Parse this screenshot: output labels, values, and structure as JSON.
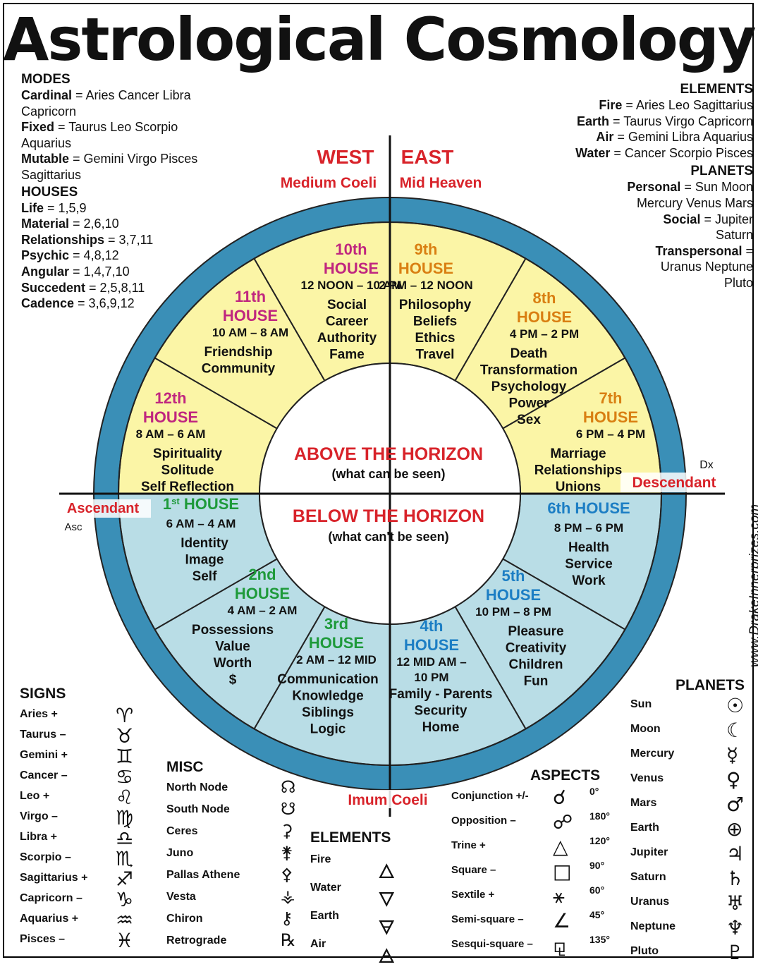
{
  "title": "Astrological Cosmology",
  "modes": {
    "heading": "MODES",
    "lines": [
      {
        "k": "Cardinal",
        "v": " = Aries Cancer Libra"
      },
      {
        "k": "",
        "v": "Capricorn"
      },
      {
        "k": "Fixed",
        "v": " = Taurus Leo Scorpio"
      },
      {
        "k": "",
        "v": "Aquarius"
      },
      {
        "k": "Mutable",
        "v": " = Gemini Virgo Pisces"
      },
      {
        "k": "",
        "v": "Sagittarius"
      }
    ]
  },
  "houses_info": {
    "heading": "HOUSES",
    "lines": [
      {
        "k": "Life",
        "v": " = 1,5,9"
      },
      {
        "k": "Material",
        "v": " = 2,6,10"
      },
      {
        "k": "Relationships",
        "v": " = 3,7,11"
      },
      {
        "k": "Psychic",
        "v": " = 4,8,12"
      },
      {
        "k": "Angular",
        "v": " = 1,4,7,10"
      },
      {
        "k": "Succedent",
        "v": " = 2,5,8,11"
      },
      {
        "k": "Cadence",
        "v": " = 3,6,9,12"
      }
    ]
  },
  "elements_info": {
    "heading": "ELEMENTS",
    "lines": [
      {
        "k": "Fire",
        "v": " = Aries Leo Sagittarius"
      },
      {
        "k": "Earth",
        "v": " = Taurus Virgo Capricorn"
      },
      {
        "k": "Air",
        "v": " = Gemini Libra Aquarius"
      },
      {
        "k": "Water",
        "v": " = Cancer Scorpio Pisces"
      }
    ]
  },
  "planets_info": {
    "heading": "PLANETS",
    "lines": [
      {
        "k": "Personal",
        "v": " = Sun Moon"
      },
      {
        "k": "",
        "v": "Mercury Venus Mars"
      },
      {
        "k": "Social",
        "v": " = Jupiter"
      },
      {
        "k": "",
        "v": "Saturn"
      },
      {
        "k": "Transpersonal",
        "v": " ="
      },
      {
        "k": "",
        "v": "Uranus Neptune"
      },
      {
        "k": "",
        "v": "Pluto"
      }
    ]
  },
  "wheel": {
    "west": "WEST",
    "east": "EAST",
    "medium_coeli": "Medium Coeli",
    "mid_heaven": "Mid Heaven",
    "ascendant": "Ascendant",
    "descendant": "Descendant",
    "imum_coeli": "Imum Coeli",
    "above": "ABOVE THE HORIZON",
    "above_sub": "(what can be seen)",
    "below": "BELOW THE HORIZON",
    "below_sub": "(what can't be seen)",
    "asc_glyph": "Asc",
    "dsc_glyph": "Dx",
    "colors": {
      "ring": "#3a8fb7",
      "upper": "#fbf5a6",
      "lower": "#b9dde6",
      "red": "#d8232a",
      "magenta": "#c0267f",
      "orange": "#d97f12",
      "green": "#1e9a3a",
      "blue": "#1c7ec4"
    }
  },
  "houses": [
    {
      "num": "1",
      "sup": "st",
      "word": "HOUSE",
      "time": "6 AM – 4 AM",
      "lines": [
        "Identity",
        "Image",
        "Self"
      ]
    },
    {
      "num": "2nd",
      "word": "HOUSE",
      "time": "4 AM – 2 AM",
      "lines": [
        "Possessions",
        "Value",
        "Worth",
        "$"
      ]
    },
    {
      "num": "3rd",
      "word": "HOUSE",
      "time": "2 AM – 12 MID",
      "lines": [
        "Communication",
        "Knowledge",
        "Siblings",
        "Logic"
      ]
    },
    {
      "num": "4th",
      "word": "HOUSE",
      "time": "12 MID AM –",
      "time2": "10 PM",
      "lines": [
        "Family - Parents",
        "Security",
        "Home"
      ]
    },
    {
      "num": "5th",
      "word": "HOUSE",
      "time": "10 PM – 8 PM",
      "lines": [
        "Pleasure",
        "Creativity",
        "Children",
        "Fun"
      ]
    },
    {
      "num": "6th HOUSE",
      "time": "8 PM – 6 PM",
      "lines": [
        "Health",
        "Service",
        "Work"
      ]
    },
    {
      "num": "7th",
      "word": "HOUSE",
      "time": "6 PM – 4 PM",
      "lines": [
        "Marriage",
        "Relationships",
        "Unions"
      ]
    },
    {
      "num": "8th",
      "word": "HOUSE",
      "time": "4 PM – 2 PM",
      "lines": [
        "Death",
        "Transformation",
        "Psychology",
        "Power",
        "Sex"
      ]
    },
    {
      "num": "9th",
      "word": "HOUSE",
      "time": "2 PM – 12 NOON",
      "lines": [
        "Philosophy",
        "Beliefs",
        "Ethics",
        "Travel"
      ]
    },
    {
      "num": "10th",
      "word": "HOUSE",
      "time": "12 NOON – 10 AM",
      "lines": [
        "Social",
        "Career",
        "Authority",
        "Fame"
      ]
    },
    {
      "num": "11th",
      "word": "HOUSE",
      "time": "10 AM – 8 AM",
      "lines": [
        "Friendship",
        "Community"
      ]
    },
    {
      "num": "12th",
      "word": "HOUSE",
      "time": "8 AM – 6 AM",
      "lines": [
        "Spirituality",
        "Solitude",
        "Self Reflection"
      ]
    }
  ],
  "website": "www.DrakeInnerprizes.com",
  "signs": {
    "heading": "SIGNS",
    "items": [
      {
        "name": "Aries",
        "pol": "+",
        "glyph": "♈"
      },
      {
        "name": "Taurus",
        "pol": "–",
        "glyph": "♉"
      },
      {
        "name": "Gemini",
        "pol": "+",
        "glyph": "♊"
      },
      {
        "name": "Cancer",
        "pol": "–",
        "glyph": "♋"
      },
      {
        "name": "Leo",
        "pol": "+",
        "glyph": "♌"
      },
      {
        "name": "Virgo",
        "pol": "–",
        "glyph": "♍"
      },
      {
        "name": "Libra",
        "pol": "+",
        "glyph": "♎"
      },
      {
        "name": "Scorpio",
        "pol": "–",
        "glyph": "♏"
      },
      {
        "name": "Sagittarius",
        "pol": "+",
        "glyph": "♐"
      },
      {
        "name": "Capricorn",
        "pol": "–",
        "glyph": "♑"
      },
      {
        "name": "Aquarius",
        "pol": "+",
        "glyph": "♒"
      },
      {
        "name": "Pisces",
        "pol": "–",
        "glyph": "♓"
      }
    ]
  },
  "misc": {
    "heading": "MISC",
    "items": [
      {
        "name": "North Node",
        "glyph": "☊"
      },
      {
        "name": "South Node",
        "glyph": "☋"
      },
      {
        "name": "Ceres",
        "glyph": "⚳"
      },
      {
        "name": "Juno",
        "glyph": "⚵"
      },
      {
        "name": "Pallas Athene",
        "glyph": "⚴"
      },
      {
        "name": "Vesta",
        "glyph": "⚶"
      },
      {
        "name": "Chiron",
        "glyph": "⚷"
      },
      {
        "name": "Retrograde",
        "glyph": "℞"
      }
    ]
  },
  "elements_sym": {
    "heading": "ELEMENTS",
    "items": [
      {
        "name": "Fire",
        "glyph": "🜂"
      },
      {
        "name": "Water",
        "glyph": "🜄"
      },
      {
        "name": "Earth",
        "glyph": "🜃"
      },
      {
        "name": "Air",
        "glyph": "🜁"
      }
    ]
  },
  "aspects": {
    "heading": "ASPECTS",
    "items": [
      {
        "name": "Conjunction +/-",
        "glyph": "☌",
        "deg": "0°"
      },
      {
        "name": "Opposition –",
        "glyph": "☍",
        "deg": "180°"
      },
      {
        "name": "Trine +",
        "glyph": "△",
        "deg": "120°"
      },
      {
        "name": "Square –",
        "glyph": "□",
        "deg": "90°"
      },
      {
        "name": "Sextile +",
        "glyph": "⚹",
        "deg": "60°"
      },
      {
        "name": "Semi-square –",
        "glyph": "∠",
        "deg": "45°"
      },
      {
        "name": "Sesqui-square –",
        "glyph": "⚼",
        "deg": "135°"
      }
    ]
  },
  "planets_sym": {
    "heading": "PLANETS",
    "items": [
      {
        "name": "Sun",
        "glyph": "☉"
      },
      {
        "name": "Moon",
        "glyph": "☾"
      },
      {
        "name": "Mercury",
        "glyph": "☿"
      },
      {
        "name": "Venus",
        "glyph": "♀"
      },
      {
        "name": "Mars",
        "glyph": "♂"
      },
      {
        "name": "Earth",
        "glyph": "⊕"
      },
      {
        "name": "Jupiter",
        "glyph": "♃"
      },
      {
        "name": "Saturn",
        "glyph": "♄"
      },
      {
        "name": "Uranus",
        "glyph": "♅"
      },
      {
        "name": "Neptune",
        "glyph": "♆"
      },
      {
        "name": "Pluto",
        "glyph": "♇"
      }
    ]
  }
}
